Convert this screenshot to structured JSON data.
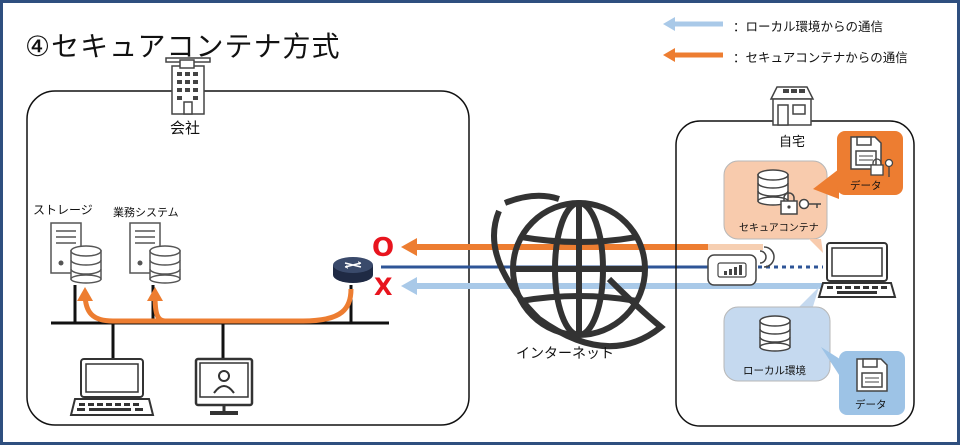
{
  "title": "④セキュアコンテナ方式",
  "legend": {
    "local_label": "：ローカル環境からの通信",
    "container_label": "：セキュアコンテナからの通信",
    "local_color": "#a9c9e8",
    "container_color": "#ed7d31"
  },
  "company": {
    "label": "会社",
    "storage_label": "ストレージ",
    "business_label": "業務システム"
  },
  "internet": {
    "label": "インターネット"
  },
  "home": {
    "label": "自宅",
    "secure_container_label": "セキュアコンテナ",
    "local_env_label": "ローカル環境",
    "data_label_top": "データ",
    "data_label_bottom": "データ"
  },
  "marks": {
    "ok": "O",
    "ng": "X"
  }
}
